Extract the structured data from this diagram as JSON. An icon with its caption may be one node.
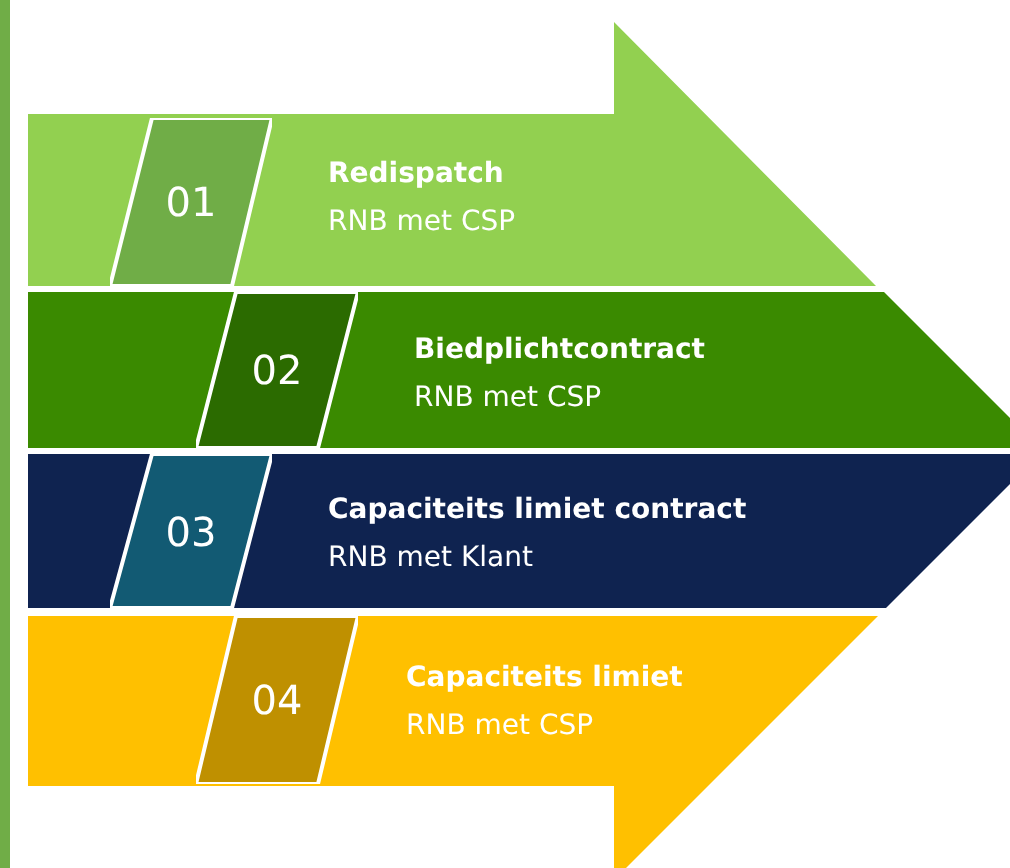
{
  "diagram": {
    "nodes": [
      {
        "text": [
          "Redispatch",
          "RNB met CSP"
        ]
      },
      {
        "text": [
          "01"
        ],
        "in": 0
      },
      {
        "text": [
          "Biedplichtcontract",
          "RNB met CSP"
        ]
      },
      {
        "text": [
          "02"
        ],
        "in": 2
      },
      {
        "text": [
          "Capaciteits limiet contract",
          "RNB met Klant"
        ]
      },
      {
        "text": [
          "03"
        ],
        "in": 4
      },
      {
        "text": [
          "Capaciteits limiet",
          "RNB met CSP"
        ]
      },
      {
        "text": [
          "04"
        ],
        "in": 6
      }
    ]
  }
}
